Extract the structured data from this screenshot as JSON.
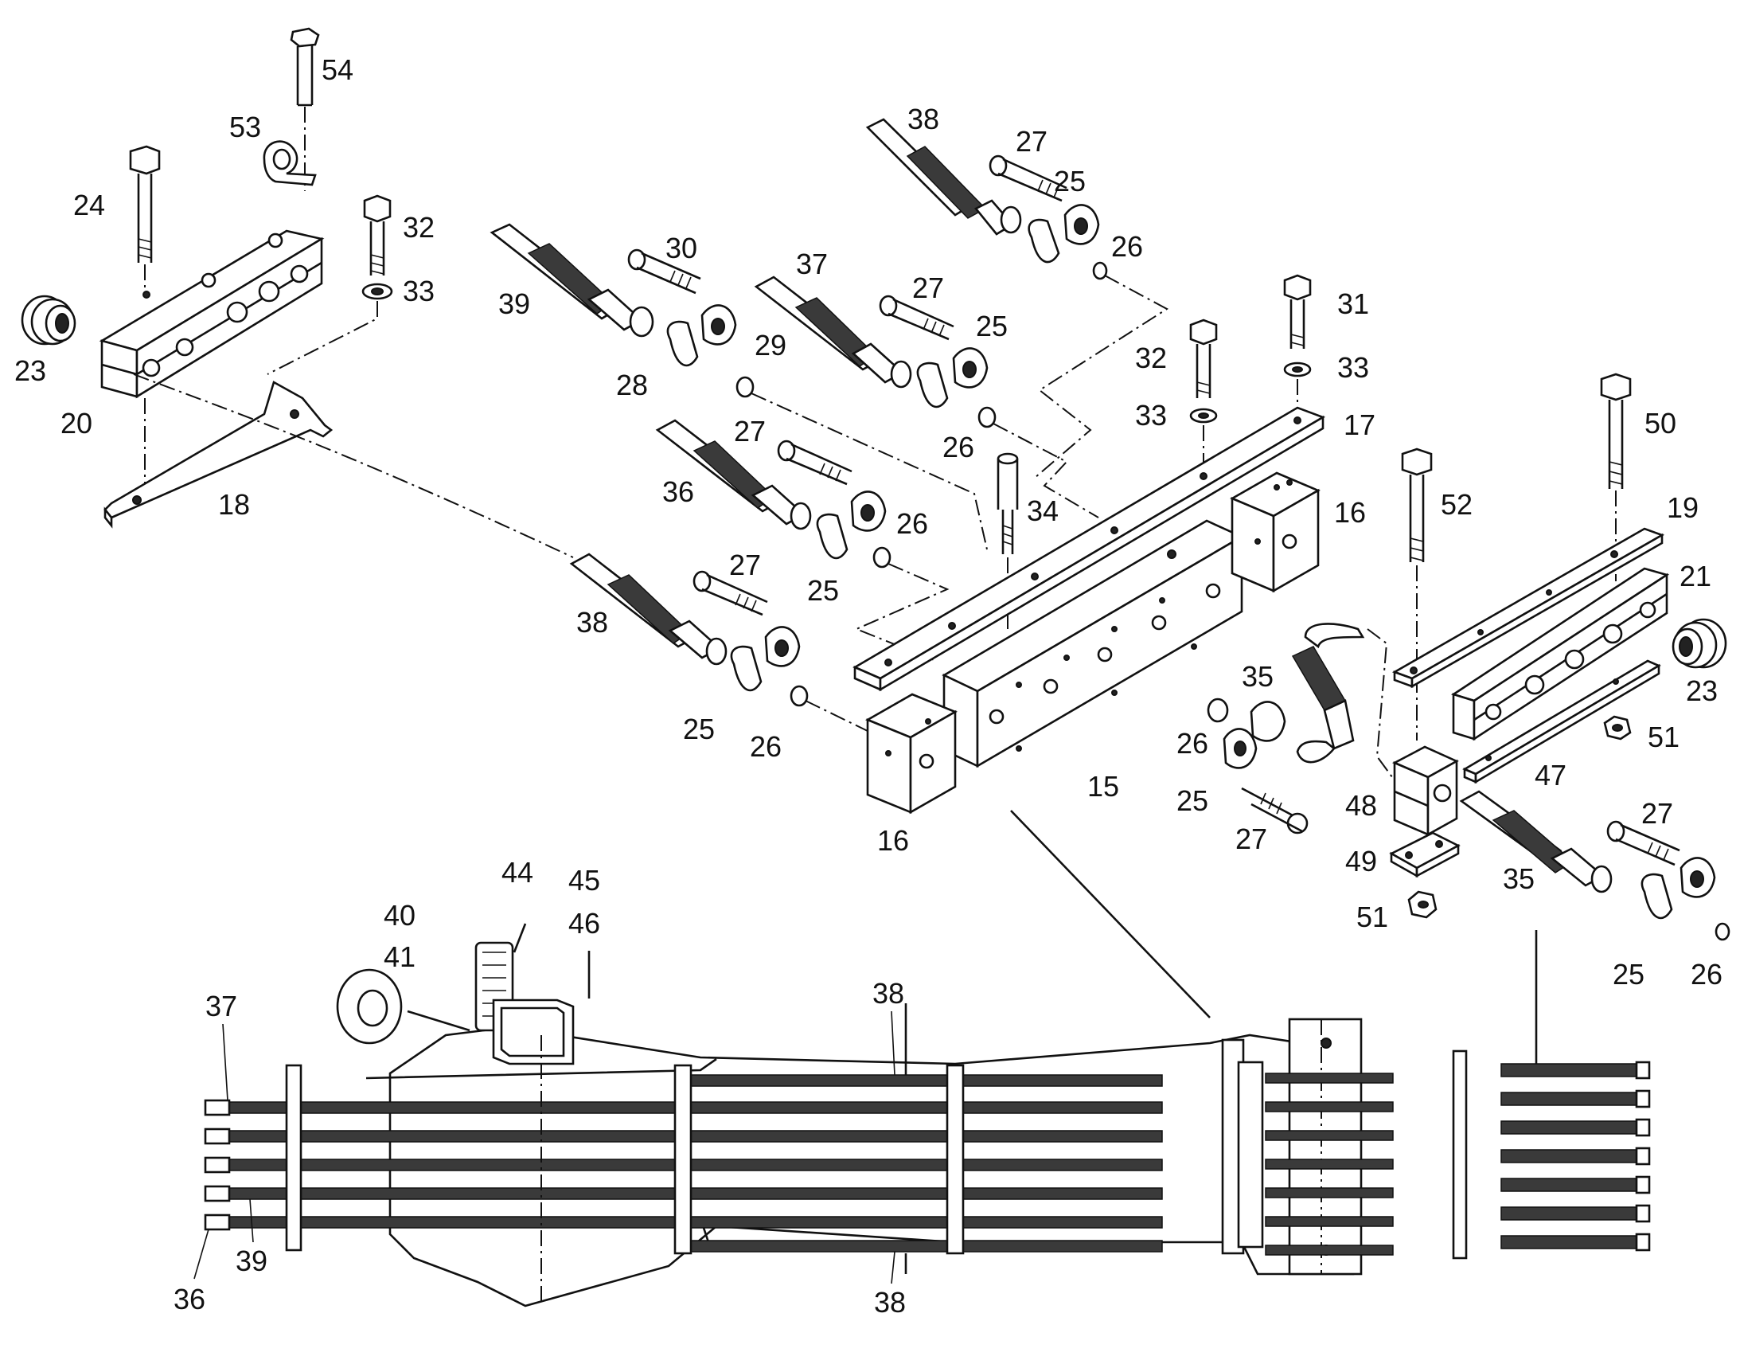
{
  "callouts": [
    {
      "id": "c54a",
      "text": "54"
    },
    {
      "id": "c53a",
      "text": "53"
    },
    {
      "id": "c24a",
      "text": "24"
    },
    {
      "id": "c32a",
      "text": "32"
    },
    {
      "id": "c33a",
      "text": "33"
    },
    {
      "id": "c23a",
      "text": "23"
    },
    {
      "id": "c20a",
      "text": "20"
    },
    {
      "id": "c18a",
      "text": "18"
    },
    {
      "id": "c39a",
      "text": "39"
    },
    {
      "id": "c30a",
      "text": "30"
    },
    {
      "id": "c28a",
      "text": "28"
    },
    {
      "id": "c29a",
      "text": "29"
    },
    {
      "id": "c37a",
      "text": "37"
    },
    {
      "id": "c27a",
      "text": "27"
    },
    {
      "id": "c25a",
      "text": "25"
    },
    {
      "id": "c38a",
      "text": "38"
    },
    {
      "id": "c27b",
      "text": "27"
    },
    {
      "id": "c25b",
      "text": "25"
    },
    {
      "id": "c26a",
      "text": "26"
    },
    {
      "id": "c26b",
      "text": "26"
    },
    {
      "id": "c32b",
      "text": "32"
    },
    {
      "id": "c33b",
      "text": "33"
    },
    {
      "id": "c31a",
      "text": "31"
    },
    {
      "id": "c33c",
      "text": "33"
    },
    {
      "id": "c17a",
      "text": "17"
    },
    {
      "id": "c16a",
      "text": "16"
    },
    {
      "id": "c34a",
      "text": "34"
    },
    {
      "id": "c36a",
      "text": "36"
    },
    {
      "id": "c27c",
      "text": "27"
    },
    {
      "id": "c26c",
      "text": "26"
    },
    {
      "id": "c25c",
      "text": "25"
    },
    {
      "id": "c38b",
      "text": "38"
    },
    {
      "id": "c27d",
      "text": "27"
    },
    {
      "id": "c25d",
      "text": "25"
    },
    {
      "id": "c26d",
      "text": "26"
    },
    {
      "id": "c16b",
      "text": "16"
    },
    {
      "id": "c15a",
      "text": "15"
    },
    {
      "id": "c35a",
      "text": "35"
    },
    {
      "id": "c26e",
      "text": "26"
    },
    {
      "id": "c25e",
      "text": "25"
    },
    {
      "id": "c27e",
      "text": "27"
    },
    {
      "id": "c50a",
      "text": "50"
    },
    {
      "id": "c52a",
      "text": "52"
    },
    {
      "id": "c19a",
      "text": "19"
    },
    {
      "id": "c21a",
      "text": "21"
    },
    {
      "id": "c23b",
      "text": "23"
    },
    {
      "id": "c51a",
      "text": "51"
    },
    {
      "id": "c47a",
      "text": "47"
    },
    {
      "id": "c48a",
      "text": "48"
    },
    {
      "id": "c49a",
      "text": "49"
    },
    {
      "id": "c51b",
      "text": "51"
    },
    {
      "id": "c27f",
      "text": "27"
    },
    {
      "id": "c35b",
      "text": "35"
    },
    {
      "id": "c25f",
      "text": "25"
    },
    {
      "id": "c26f",
      "text": "26"
    },
    {
      "id": "c44a",
      "text": "44"
    },
    {
      "id": "c45a",
      "text": "45"
    },
    {
      "id": "c46a",
      "text": "46"
    },
    {
      "id": "c40a",
      "text": "40"
    },
    {
      "id": "c41a",
      "text": "41"
    },
    {
      "id": "c37b",
      "text": "37"
    },
    {
      "id": "c38c",
      "text": "38"
    },
    {
      "id": "c39b",
      "text": "39"
    },
    {
      "id": "c36b",
      "text": "36"
    },
    {
      "id": "c38d",
      "text": "38"
    }
  ]
}
